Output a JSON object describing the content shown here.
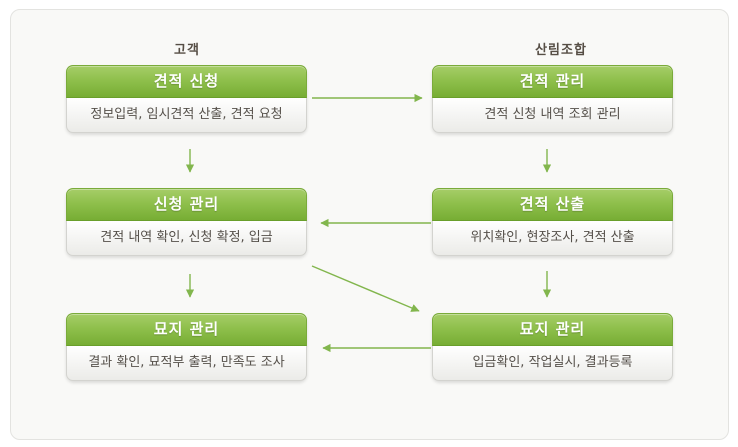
{
  "diagram": {
    "columns": [
      {
        "id": "customer",
        "label": "고객"
      },
      {
        "id": "forestry-coop",
        "label": "산림조합"
      }
    ],
    "boxes": [
      {
        "id": "quote-request",
        "column": "customer",
        "row": 1,
        "title": "견적 신청",
        "body": "정보입력, 임시견적 산출, 견적 요청"
      },
      {
        "id": "quote-management",
        "column": "forestry-coop",
        "row": 1,
        "title": "견적 관리",
        "body": "견적 신청 내역 조회 관리"
      },
      {
        "id": "application-management",
        "column": "customer",
        "row": 2,
        "title": "신청 관리",
        "body": "견적 내역 확인, 신청 확정, 입금"
      },
      {
        "id": "quote-calculation",
        "column": "forestry-coop",
        "row": 2,
        "title": "견적 산출",
        "body": "위치확인, 현장조사, 견적 산출"
      },
      {
        "id": "cemetery-management-customer",
        "column": "customer",
        "row": 3,
        "title": "묘지 관리",
        "body": "결과 확인, 묘적부 출력, 만족도 조사"
      },
      {
        "id": "cemetery-management-coop",
        "column": "forestry-coop",
        "row": 3,
        "title": "묘지 관리",
        "body": "입금확인, 작업실시, 결과등록"
      }
    ],
    "connections": [
      {
        "from": "quote-request",
        "to": "quote-management",
        "direction": "right"
      },
      {
        "from": "quote-request",
        "to": "application-management",
        "direction": "down"
      },
      {
        "from": "quote-management",
        "to": "quote-calculation",
        "direction": "down"
      },
      {
        "from": "quote-calculation",
        "to": "application-management",
        "direction": "left"
      },
      {
        "from": "application-management",
        "to": "cemetery-management-customer",
        "direction": "down"
      },
      {
        "from": "quote-calculation",
        "to": "cemetery-management-coop",
        "direction": "down"
      },
      {
        "from": "application-management",
        "to": "cemetery-management-coop",
        "direction": "diagonal-down-right"
      },
      {
        "from": "cemetery-management-coop",
        "to": "cemetery-management-customer",
        "direction": "left"
      }
    ],
    "colors": {
      "accent_top": "#a6cd68",
      "accent_bottom": "#77ad34",
      "arrow": "#82b64d",
      "title_text": "#ffffff",
      "body_text": "#55504a",
      "label_text": "#564e45",
      "panel_bg": "#f9f9f7",
      "panel_border": "#e3e3e0"
    }
  }
}
